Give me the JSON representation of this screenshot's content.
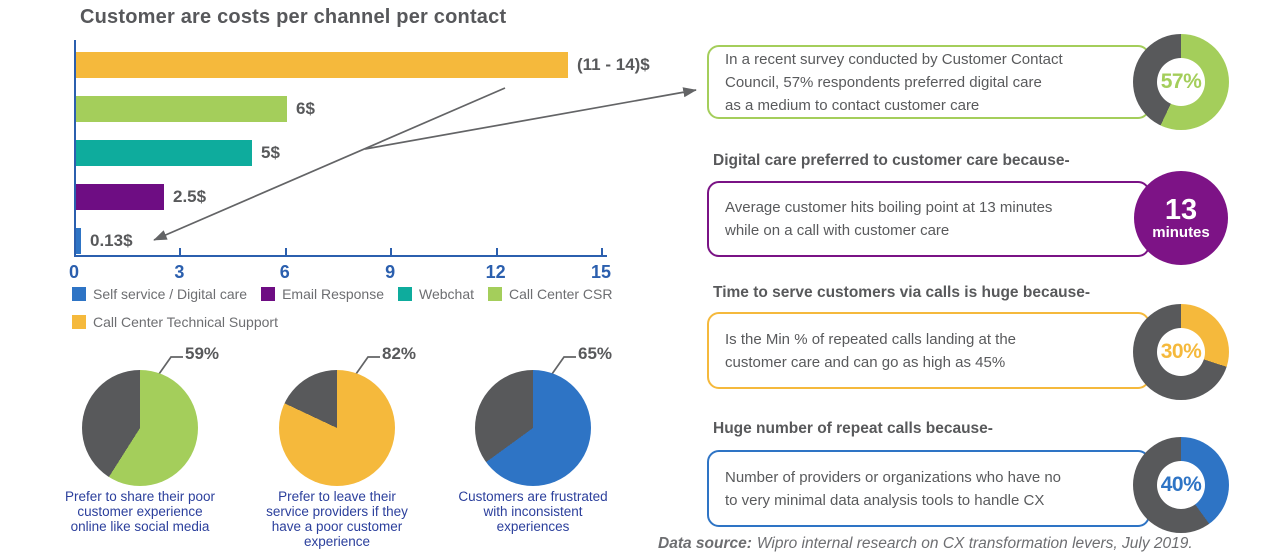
{
  "title": "Customer are costs per channel per contact",
  "colors": {
    "yellow": "#F5B93C",
    "green": "#A4CE5B",
    "teal": "#0EAC9D",
    "purple": "#6E0D83",
    "purple_badge": "#7D1386",
    "blue": "#2E74C5",
    "slate_gray": "#58595B",
    "axis_blue": "#2B5FAE",
    "caption_blue": "#2B3F9C",
    "legend_text_gray": "#6D6E71",
    "arrow_gray": "#636466"
  },
  "chart_data": [
    {
      "type": "bar",
      "title": "Customer are costs per channel per contact",
      "orientation": "horizontal",
      "xlabel": "",
      "ylabel": "",
      "xlim": [
        0,
        15
      ],
      "x_ticks": [
        0,
        3,
        6,
        9,
        12,
        15
      ],
      "grid": false,
      "series": [
        {
          "name": "Call Center Technical Support",
          "value": 14,
          "value_range": [
            11,
            14
          ],
          "label": "(11 - 14)$",
          "color": "#F5B93C"
        },
        {
          "name": "Call Center CSR",
          "value": 6,
          "label": "6$",
          "color": "#A4CE5B"
        },
        {
          "name": "Webchat",
          "value": 5,
          "label": "5$",
          "color": "#0EAC9D"
        },
        {
          "name": "Email Response",
          "value": 2.5,
          "label": "2.5$",
          "color": "#6E0D83"
        },
        {
          "name": "Self service / Digital care",
          "value": 0.13,
          "label": "0.13$",
          "color": "#2E74C5"
        }
      ],
      "legend_position": "bottom",
      "legend": [
        {
          "label": "Self service / Digital care",
          "color": "#2E74C5"
        },
        {
          "label": "Email Response",
          "color": "#6E0D83"
        },
        {
          "label": "Webchat",
          "color": "#0EAC9D"
        },
        {
          "label": "Call Center CSR",
          "color": "#A4CE5B"
        },
        {
          "label": "Call Center Technical Support",
          "color": "#F5B93C"
        }
      ]
    },
    {
      "type": "pie",
      "value": 59,
      "label": "59%",
      "color": "#A4CE5B",
      "rest_color": "#58595B",
      "caption": [
        "Prefer to share their poor",
        "customer experience",
        "online like social media"
      ]
    },
    {
      "type": "pie",
      "value": 82,
      "label": "82%",
      "color": "#F5B93C",
      "rest_color": "#58595B",
      "caption": [
        "Prefer to leave their",
        "service providers if they",
        "have a poor customer",
        "experience"
      ]
    },
    {
      "type": "pie",
      "value": 65,
      "label": "65%",
      "color": "#2E74C5",
      "rest_color": "#58595B",
      "caption": [
        "Customers are frustrated",
        "with inconsistent",
        "experiences"
      ]
    },
    {
      "type": "donut",
      "value": 57,
      "label": "57%",
      "color": "#A4CE5B",
      "rest_color": "#58595B"
    },
    {
      "type": "donut",
      "value": 30,
      "label": "30%",
      "color": "#F5B93C",
      "rest_color": "#58595B"
    },
    {
      "type": "donut",
      "value": 40,
      "label": "40%",
      "color": "#2E74C5",
      "rest_color": "#58595B"
    }
  ],
  "callouts": [
    {
      "header": "",
      "text": [
        "In a recent survey conducted by Customer Contact",
        "Council, 57% respondents preferred digital care",
        "as a medium to contact customer care"
      ],
      "border": "#A4CE5B",
      "badge": {
        "type": "donut",
        "chart_ref": 4
      }
    },
    {
      "header": "Digital care preferred to customer care because-",
      "text": [
        "Average customer hits boiling point at 13 minutes",
        "while on a call with customer care"
      ],
      "border": "#7A1385",
      "badge": {
        "type": "circle",
        "color": "#7D1386",
        "value": "13",
        "unit": "minutes"
      }
    },
    {
      "header": "Time to serve customers via calls is huge because-",
      "text": [
        "Is the Min % of repeated calls landing at the",
        "customer care and can go as high as 45%"
      ],
      "border": "#F5B93C",
      "badge": {
        "type": "donut",
        "chart_ref": 5
      }
    },
    {
      "header": "Huge number of repeat calls because-",
      "text": [
        "Number of providers or organizations who have no",
        "to very minimal data analysis tools to handle CX"
      ],
      "border": "#2E74C5",
      "badge": {
        "type": "donut",
        "chart_ref": 6
      }
    }
  ],
  "source": {
    "label": "Data source:",
    "text": "Wipro internal research on CX transformation levers, July 2019."
  }
}
